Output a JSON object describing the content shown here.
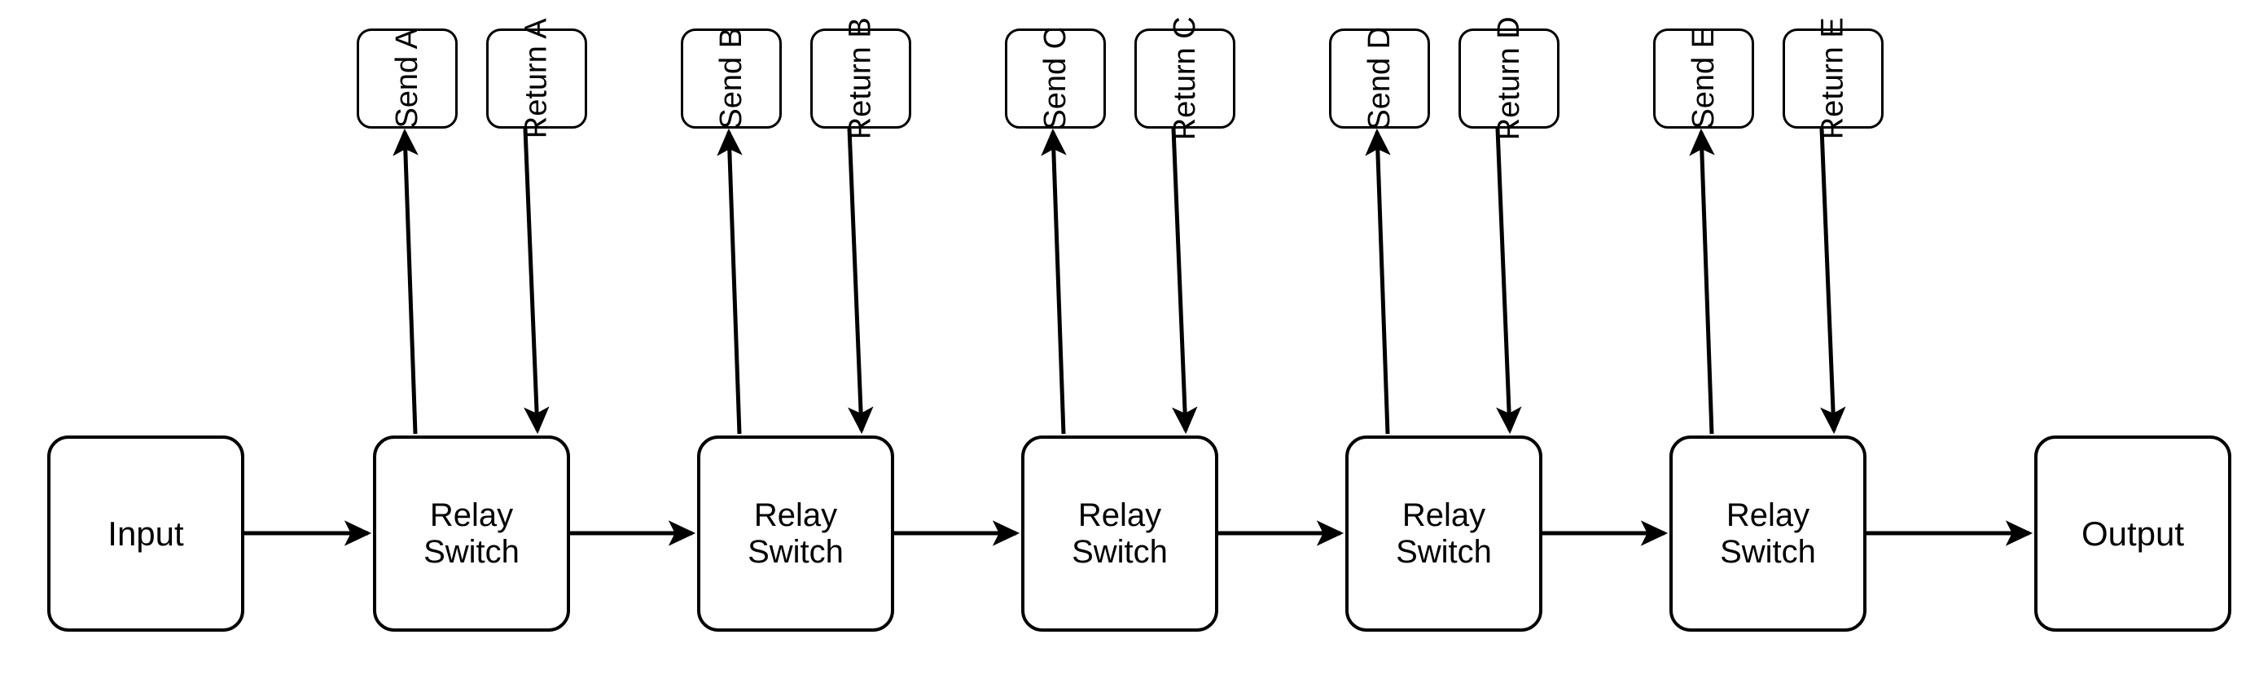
{
  "diagram": {
    "title": "Relay Switch Chain",
    "background_color": "#ffffff",
    "stroke_color": "#000000",
    "orientation": "left-to-right"
  },
  "nodes": {
    "input": {
      "label": "Input",
      "shape": "rounded-rect"
    },
    "output": {
      "label": "Output",
      "shape": "rounded-rect"
    },
    "relays": [
      {
        "label": "Relay\nSwitch"
      },
      {
        "label": "Relay\nSwitch"
      },
      {
        "label": "Relay\nSwitch"
      },
      {
        "label": "Relay\nSwitch"
      },
      {
        "label": "Relay\nSwitch"
      }
    ],
    "ports": [
      {
        "send": "Send A",
        "return": "Return A"
      },
      {
        "send": "Send B",
        "return": "Return B"
      },
      {
        "send": "Send C",
        "return": "Return C"
      },
      {
        "send": "Send D",
        "return": "Return D"
      },
      {
        "send": "Send E",
        "return": "Return E"
      }
    ]
  },
  "edges": {
    "main_chain": [
      {
        "from": "Input",
        "to": "Relay Switch 1",
        "arrow": "to"
      },
      {
        "from": "Relay Switch 1",
        "to": "Relay Switch 2",
        "arrow": "to"
      },
      {
        "from": "Relay Switch 2",
        "to": "Relay Switch 3",
        "arrow": "to"
      },
      {
        "from": "Relay Switch 3",
        "to": "Relay Switch 4",
        "arrow": "to"
      },
      {
        "from": "Relay Switch 4",
        "to": "Relay Switch 5",
        "arrow": "to"
      },
      {
        "from": "Relay Switch 5",
        "to": "Output",
        "arrow": "to"
      }
    ],
    "branches": [
      {
        "from": "Relay Switch 1",
        "to": "Send A",
        "arrow": "to"
      },
      {
        "from": "Return A",
        "to": "Relay Switch 1",
        "arrow": "to"
      },
      {
        "from": "Relay Switch 2",
        "to": "Send B",
        "arrow": "to"
      },
      {
        "from": "Return B",
        "to": "Relay Switch 2",
        "arrow": "to"
      },
      {
        "from": "Relay Switch 3",
        "to": "Send C",
        "arrow": "to"
      },
      {
        "from": "Return C",
        "to": "Relay Switch 3",
        "arrow": "to"
      },
      {
        "from": "Relay Switch 4",
        "to": "Send D",
        "arrow": "to"
      },
      {
        "from": "Return D",
        "to": "Relay Switch 4",
        "arrow": "to"
      },
      {
        "from": "Relay Switch 5",
        "to": "Send E",
        "arrow": "to"
      },
      {
        "from": "Return E",
        "to": "Relay Switch 5",
        "arrow": "to"
      }
    ]
  }
}
